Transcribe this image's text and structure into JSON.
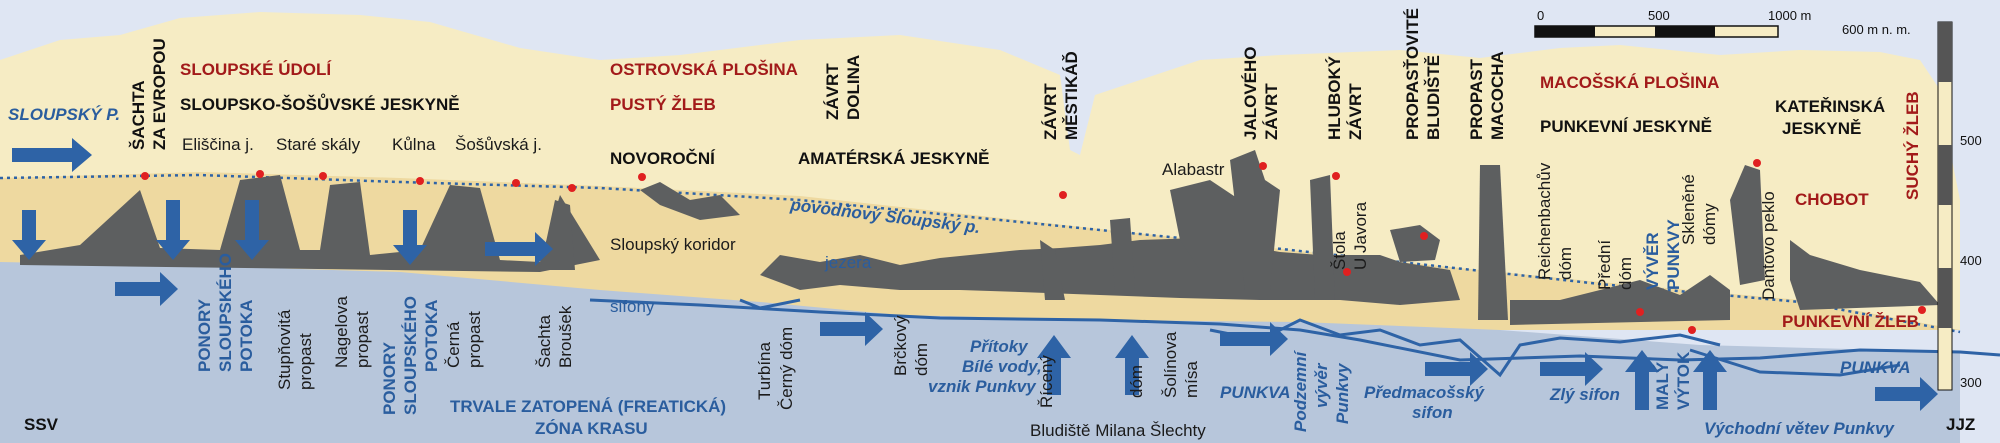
{
  "colors": {
    "sky": "#dfe6f3",
    "rock_light": "#f6ecc4",
    "rock_mid": "#eed9a0",
    "phreatic": "#b7c6db",
    "cave": "#5d5f60",
    "river": "#2e63a6",
    "red_label": "#a21a1a",
    "blue_label": "#2a5d9e",
    "point": "#e02020"
  },
  "scale_bar": {
    "ticks": [
      "0",
      "500",
      "1000 m"
    ]
  },
  "elevation_axis": {
    "top_label": "600 m n. m.",
    "ticks": [
      "500",
      "400",
      "300"
    ]
  },
  "directions": {
    "left": "SSV",
    "right": "JJZ"
  },
  "labels": {
    "region_names": [
      "SLOUPSKÉ ÚDOLÍ",
      "OSTROVSKÁ PLOŠINA",
      "PUSTÝ ŽLEB",
      "MACOŠSKÁ PLOŠINA",
      "CHOBOT",
      "PUNKEVNÍ ŽLEB",
      "SUCHÝ ŽLEB"
    ],
    "cave_names": [
      "SLOUPSKO-ŠOŠŮVSKÉ JESKYNĚ",
      "NOVOROČNÍ",
      "AMATÉRSKÁ JESKYNĚ",
      "PUNKEVNÍ JESKYNĚ",
      "KATEŘINSKÁ",
      "JESKYNĚ"
    ],
    "vertical_caps": [
      "ŠACHTA",
      "ZA EVROPOU",
      "ZÁVRT",
      "DOLINA",
      "ZÁVRT",
      "MĚSTIKÁĎ",
      "JALOVÉHO",
      "ZÁVRT",
      "HLUBOKÝ",
      "ZÁVRT",
      "PROPASŤOVITÉ",
      "BLUDIŠTĚ",
      "PROPAST",
      "MACOCHA"
    ],
    "features": [
      "Eliščina j.",
      "Staré skály",
      "Kůlna",
      "Šošůvská j.",
      "Alabastr",
      "Sloupský koridor",
      "jezera",
      "sifony"
    ],
    "vertical_features": [
      "Stupňovitá",
      "propast",
      "Nagelova",
      "propast",
      "Černá",
      "propast",
      "Šachta",
      "Broušek",
      "Turbína",
      "Černý dóm",
      "Brčkový",
      "dóm",
      "Řícený",
      "dóm",
      "Šolínova",
      "mísa",
      "Štola",
      "U Javora",
      "Reichenbachův",
      "dóm",
      "Přední",
      "dóm",
      "Skleněné",
      "dómy",
      "Dantovo peklo"
    ],
    "water_blue_vertical": [
      "PONORY",
      "SLOUPSKÉHO",
      "POTOKA",
      "PONORY",
      "SLOUPSKÉHO",
      "POTOKA",
      "Podzemní",
      "vývěr",
      "Punkvy",
      "VÝVĚR",
      "PUNKVY",
      "MALÝ",
      "VÝTOK"
    ],
    "water_blue": [
      "SLOUPSKÝ P.",
      "povodňový Sloupský p.",
      "Přítoky",
      "Bílé vody,",
      "vznik Punkvy",
      "PUNKVA",
      "Předmacošský",
      "sifon",
      "Zlý sifon",
      "PUNKVA",
      "Východní větev Punkvy"
    ],
    "phreatic_zone": [
      "TRVALE ZATOPENÁ (FREATICKÁ)",
      "ZÓNA KRASU"
    ],
    "bottom": "Bludiště Milana Šlechty"
  }
}
